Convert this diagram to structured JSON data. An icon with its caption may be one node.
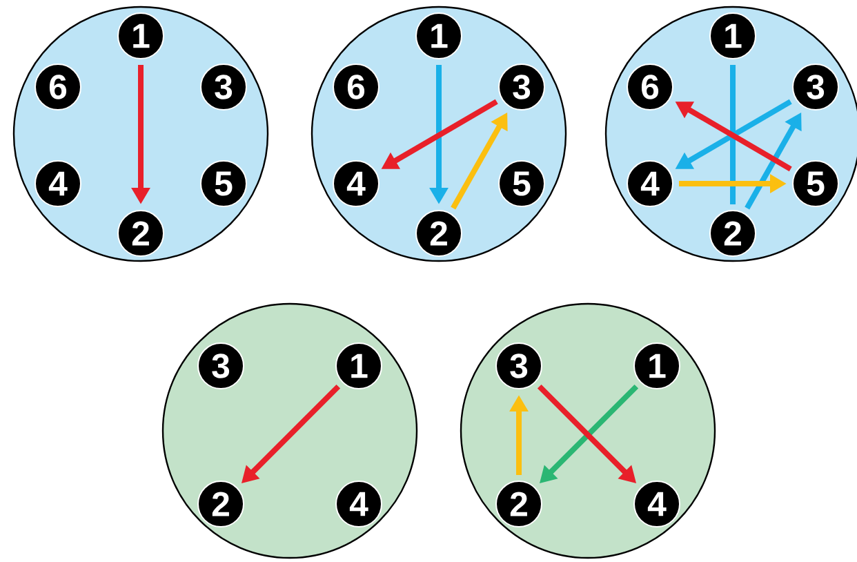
{
  "diagram": {
    "nodes": [
      {
        "text": [],
        "shape": "circle"
      },
      {
        "text": [
          "1"
        ],
        "in": 0
      },
      {
        "text": [
          "6"
        ],
        "in": 0
      },
      {
        "text": [
          "3"
        ],
        "in": 0
      },
      {
        "text": [
          "4"
        ],
        "in": 0
      },
      {
        "text": [
          "5"
        ],
        "in": 0
      },
      {
        "text": [
          "2"
        ],
        "in": 0
      },
      {
        "text": [],
        "shape": "circle"
      },
      {
        "text": [
          "1"
        ],
        "in": 7
      },
      {
        "text": [
          "6"
        ],
        "in": 7
      },
      {
        "text": [
          "3"
        ],
        "in": 7
      },
      {
        "text": [
          "4"
        ],
        "in": 7
      },
      {
        "text": [
          "5"
        ],
        "in": 7
      },
      {
        "text": [
          "2"
        ],
        "in": 7
      },
      {
        "text": [],
        "shape": "circle"
      },
      {
        "text": [
          "1"
        ],
        "in": 14
      },
      {
        "text": [
          "6"
        ],
        "in": 14
      },
      {
        "text": [
          "3"
        ],
        "in": 14
      },
      {
        "text": [
          "4"
        ],
        "in": 14
      },
      {
        "text": [
          "5"
        ],
        "in": 14
      },
      {
        "text": [
          "2"
        ],
        "in": 14
      },
      {
        "text": [],
        "shape": "circle"
      },
      {
        "text": [
          "3"
        ],
        "in": 21
      },
      {
        "text": [
          "1"
        ],
        "in": 21
      },
      {
        "text": [
          "2"
        ],
        "in": 21
      },
      {
        "text": [
          "4"
        ],
        "in": 21
      },
      {
        "text": [],
        "shape": "circle"
      },
      {
        "text": [
          "3"
        ],
        "in": 26
      },
      {
        "text": [
          "1"
        ],
        "in": 26
      },
      {
        "text": [
          "2"
        ],
        "in": 26
      },
      {
        "text": [
          "4"
        ],
        "in": 26
      }
    ],
    "edges": [
      {
        "from": 1,
        "to": 6,
        "arrow": "to"
      },
      {
        "from": 8,
        "to": 13,
        "arrow": "to",
        "color": "#1ab0e8"
      },
      {
        "from": 10,
        "to": 11,
        "arrow": "to"
      },
      {
        "from": 13,
        "to": 10,
        "arrow": "to",
        "color": "#fbbf10"
      },
      {
        "from": 15,
        "to": 20,
        "arrow": "none",
        "color": "#1ab0e8"
      },
      {
        "from": 17,
        "to": 18,
        "arrow": "to",
        "color": "#1ab0e8"
      },
      {
        "from": 20,
        "to": 17,
        "arrow": "to",
        "color": "#1ab0e8"
      },
      {
        "from": 19,
        "to": 16,
        "arrow": "to"
      },
      {
        "from": 18,
        "to": 19,
        "arrow": "to",
        "color": "#fbbf10"
      },
      {
        "from": 23,
        "to": 24,
        "arrow": "to"
      },
      {
        "from": 29,
        "to": 27,
        "arrow": "to",
        "color": "#fbbf10"
      },
      {
        "from": 28,
        "to": 29,
        "arrow": "to",
        "color": "#2bb673"
      },
      {
        "from": 27,
        "to": 30,
        "arrow": "to"
      }
    ]
  }
}
